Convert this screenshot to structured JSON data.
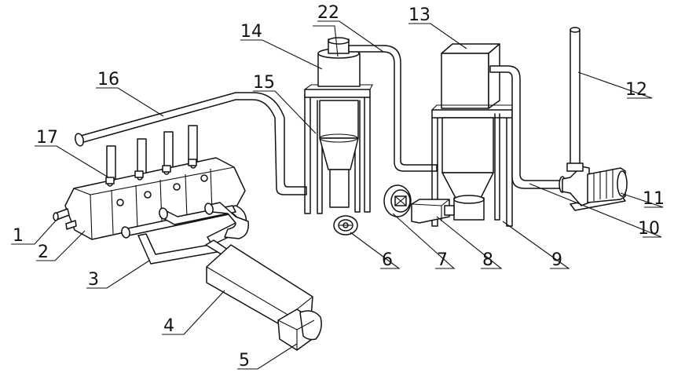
{
  "figure": {
    "callouts": [
      {
        "id": "c1",
        "text": "1"
      },
      {
        "id": "c2",
        "text": "2"
      },
      {
        "id": "c3",
        "text": "3"
      },
      {
        "id": "c4",
        "text": "4"
      },
      {
        "id": "c5",
        "text": "5"
      },
      {
        "id": "c6",
        "text": "6"
      },
      {
        "id": "c7",
        "text": "7"
      },
      {
        "id": "c8",
        "text": "8"
      },
      {
        "id": "c9",
        "text": "9"
      },
      {
        "id": "c10",
        "text": "10"
      },
      {
        "id": "c11",
        "text": "11"
      },
      {
        "id": "c12",
        "text": "12"
      },
      {
        "id": "c13",
        "text": "13"
      },
      {
        "id": "c14",
        "text": "14"
      },
      {
        "id": "c15",
        "text": "15"
      },
      {
        "id": "c16",
        "text": "16"
      },
      {
        "id": "c17",
        "text": "17"
      },
      {
        "id": "c22",
        "text": "22"
      }
    ]
  }
}
